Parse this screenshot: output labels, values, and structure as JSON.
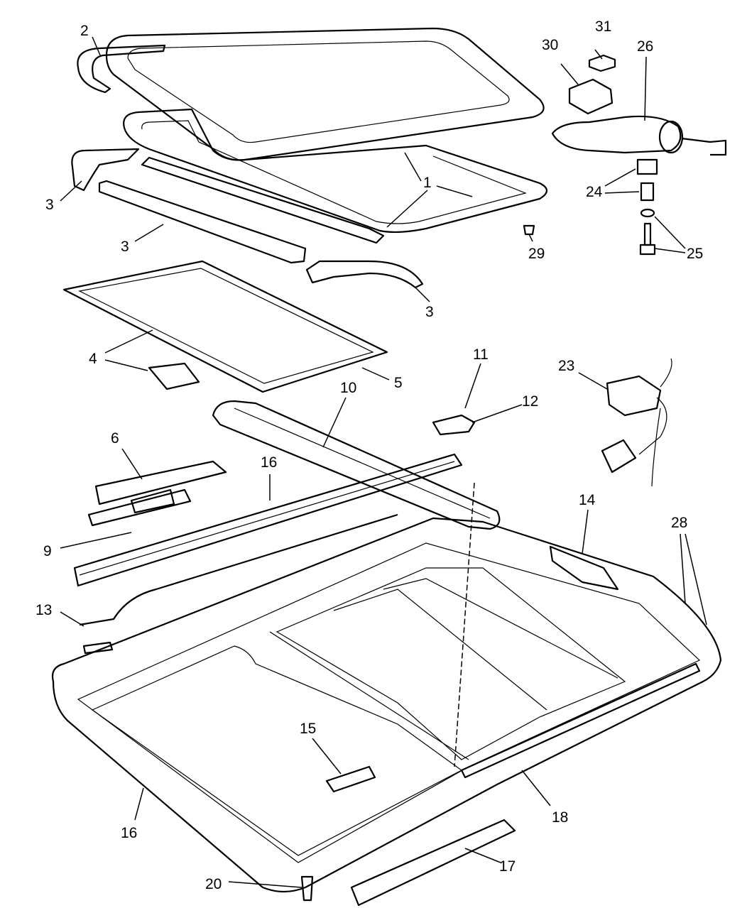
{
  "diagram": {
    "type": "exploded parts diagram",
    "callouts": [
      "2",
      "31",
      "30",
      "26",
      "1",
      "3",
      "24",
      "3",
      "29",
      "25",
      "3",
      "4",
      "5",
      "11",
      "10",
      "23",
      "12",
      "6",
      "16",
      "14",
      "28",
      "9",
      "13",
      "15",
      "16",
      "18",
      "17",
      "20"
    ],
    "line_color": "#000000",
    "background": "#ffffff"
  }
}
